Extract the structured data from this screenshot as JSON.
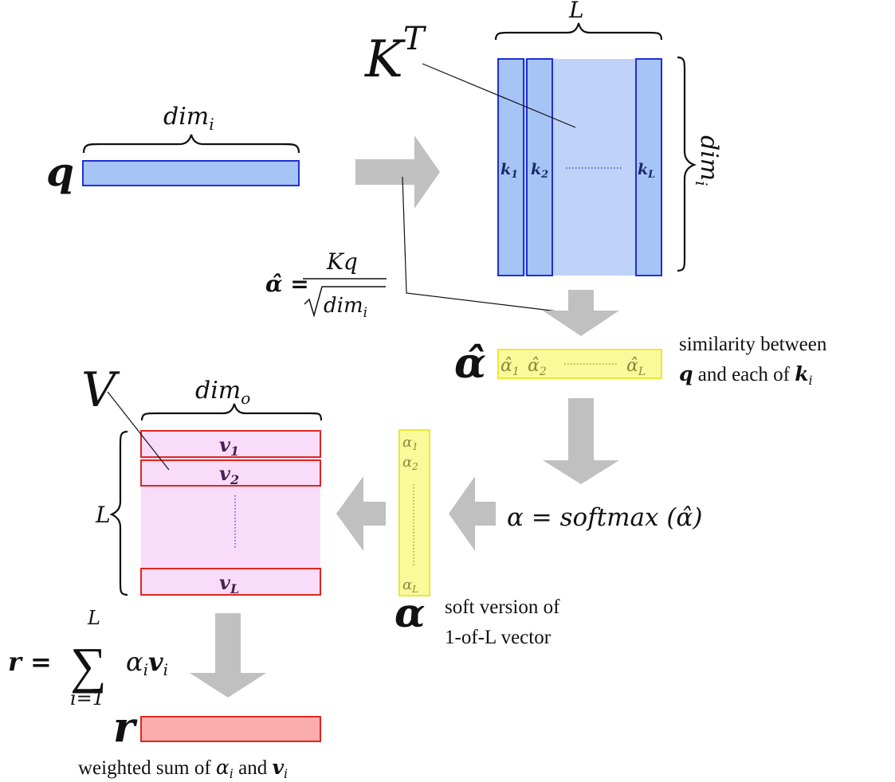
{
  "labels": {
    "q": "q",
    "dim_i": "dim",
    "dim_i_sub": "i",
    "dim_i_side": "dim",
    "dim_i_side_sub": "i",
    "L_top": "L",
    "K": "K",
    "K_sup": "T",
    "k1": "k",
    "k1_sub": "1",
    "k2": "k",
    "k2_sub": "2",
    "kL": "k",
    "kL_sub": "L",
    "alpha_hat_formula_lhs": "α̂ =",
    "alpha_hat_formula_num": "Kq",
    "alpha_hat_formula_den": "dim",
    "alpha_hat_formula_den_sub": "i",
    "alpha_hat_big": "α̂",
    "ah1": "α̂",
    "ah1_sub": "1",
    "ah2": "α̂",
    "ah2_sub": "2",
    "ahL": "α̂",
    "ahL_sub": "L",
    "similarity_line1": "similarity between",
    "similarity_line2_q": "q",
    "similarity_line2_mid": " and each of ",
    "similarity_line2_k": "k",
    "similarity_line2_sub": "i",
    "softmax_formula": "α = softmax (α̂)",
    "V": "V",
    "dim_o": "dim",
    "dim_o_sub": "o",
    "L_left": "L",
    "v1": "v",
    "v1_sub": "1",
    "v2": "v",
    "v2_sub": "2",
    "vL": "v",
    "vL_sub": "L",
    "a1": "α",
    "a1_sub": "1",
    "a2": "α",
    "a2_sub": "2",
    "aL": "α",
    "aL_sub": "L",
    "alpha_big": "α",
    "soft_line1": "soft version of",
    "soft_line2": "1-of-L vector",
    "r_formula_lhs": "r =",
    "sum_symbol": "∑",
    "sum_top": "L",
    "sum_bottom": "i=1",
    "sum_term": "α",
    "sum_term_sub": "i",
    "sum_term_v": "v",
    "sum_term_v_sub": "i",
    "r_big": "r",
    "weighted_text": "weighted sum of ",
    "weighted_alpha": "α",
    "weighted_alpha_sub": "i",
    "weighted_and": " and ",
    "weighted_v": "v",
    "weighted_v_sub": "i"
  },
  "colors": {
    "blue_fill": "#a6c4f5",
    "blue_bg": "#bfd2f8",
    "blue_stroke": "#1f2fd6",
    "yellow_fill": "#fafa9a",
    "yellow_stroke": "#e8e83a",
    "pink_bg": "#f9dcf9",
    "pink_stroke": "#e0261f",
    "red_fill": "#fbadad",
    "arrow_gray": "#c0c0c0"
  }
}
